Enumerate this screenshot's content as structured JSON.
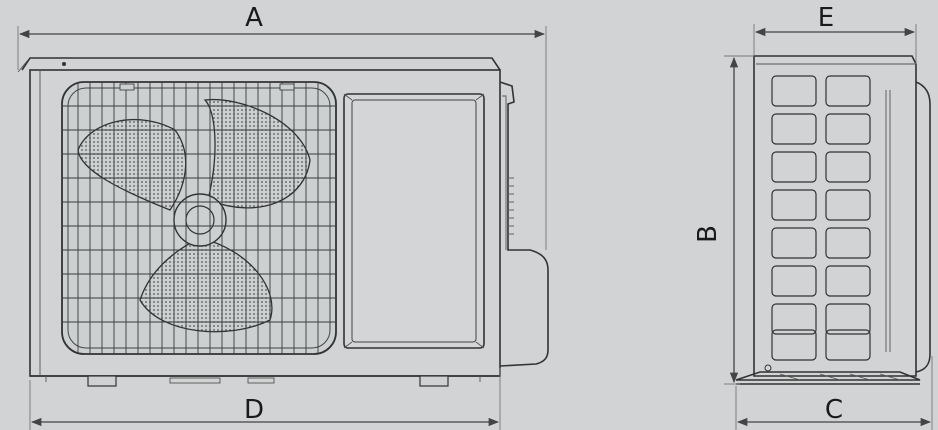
{
  "dimensions": {
    "width_label": "A",
    "height_label": "B",
    "depth_label": "C",
    "mounting_span_label": "D",
    "top_depth_label": "E"
  },
  "colors": {
    "background": "#d1d3d4",
    "line": "#333333",
    "panel_fill": "#d8dadb"
  },
  "views": [
    "front-view",
    "side-view"
  ]
}
